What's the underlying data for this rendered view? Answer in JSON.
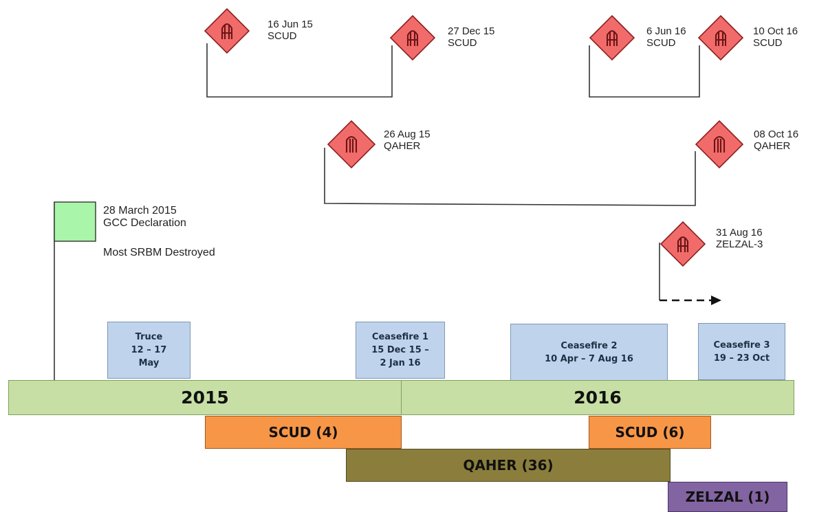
{
  "years": [
    {
      "label": "2015"
    },
    {
      "label": "2016"
    }
  ],
  "periods": [
    {
      "label": "Truce\n12 – 17\nMay"
    },
    {
      "label": "Ceasefire 1\n15 Dec 15 –\n2 Jan 16"
    },
    {
      "label": "Ceasefire 2\n10 Apr – 7 Aug 16"
    },
    {
      "label": "Ceasefire 3\n19 – 23 Oct"
    }
  ],
  "missile_bars": [
    {
      "label": "SCUD (4)"
    },
    {
      "label": "SCUD (6)"
    },
    {
      "label": "QAHER (36)"
    },
    {
      "label": "ZELZAL (1)"
    }
  ],
  "flag": {
    "date": "28 March 2015",
    "title": "GCC Declaration",
    "note": "Most SRBM Destroyed",
    "color": "#a9f5a9"
  },
  "launches": [
    {
      "date": "16 Jun 15",
      "type": "SCUD"
    },
    {
      "date": "27 Dec 15",
      "type": "SCUD"
    },
    {
      "date": "6 Jun 16",
      "type": "SCUD"
    },
    {
      "date": "10 Oct 16",
      "type": "SCUD"
    },
    {
      "date": "26 Aug 15",
      "type": "QAHER"
    },
    {
      "date": "08 Oct 16",
      "type": "QAHER"
    },
    {
      "date": "31 Aug 16",
      "type": "ZELZAL-3"
    }
  ],
  "colors": {
    "marker_fill": "#f26b6b",
    "year_bar": "#c7dfa5",
    "period_box": "#bfd4ec",
    "scud": "#f79646",
    "qaher": "#8b7e3c",
    "zelzal": "#8364a2"
  },
  "icons": {
    "scud_marker": "missile-marker-icon",
    "qaher_marker": "arch-marker-icon"
  }
}
